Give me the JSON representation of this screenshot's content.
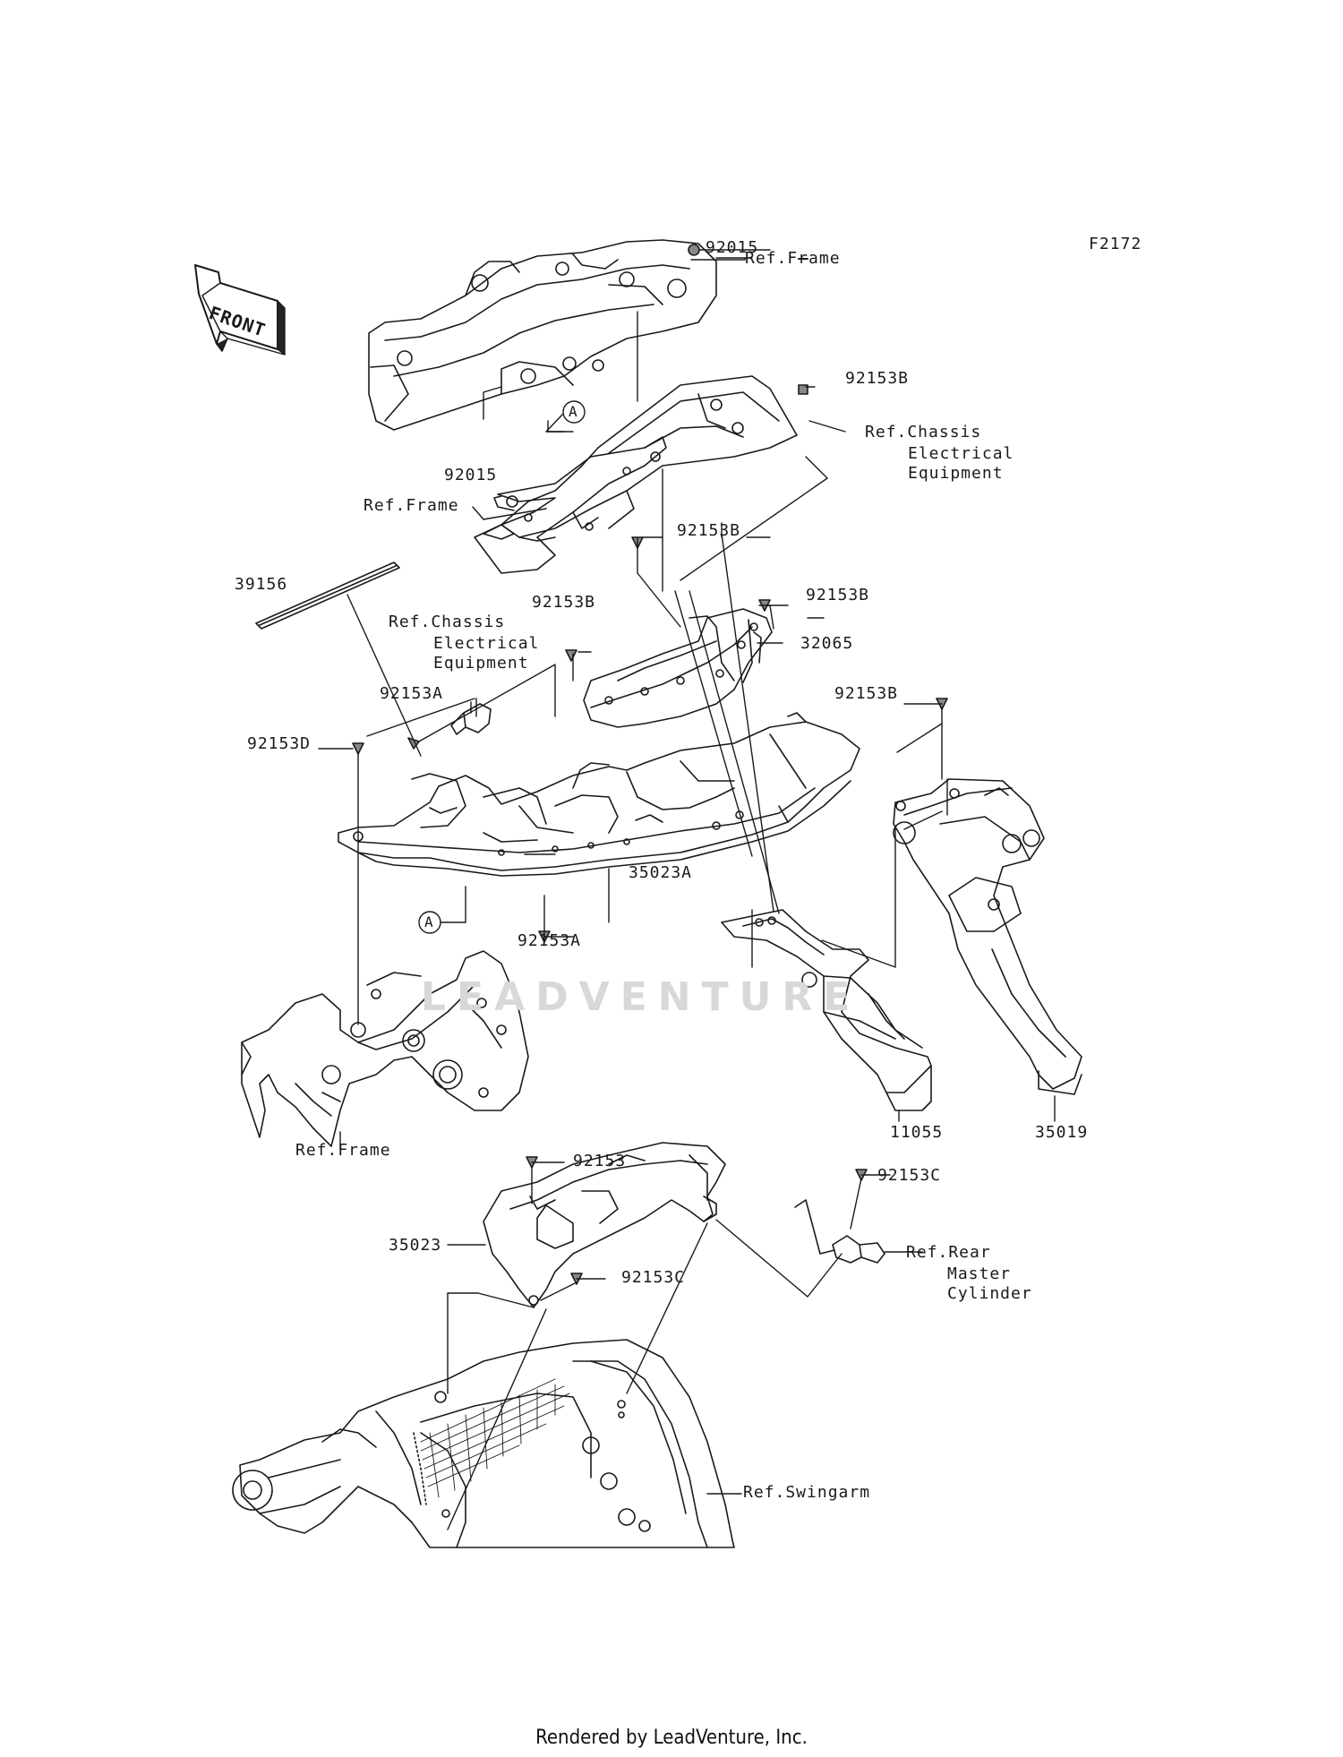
{
  "diagram_code": "F2172",
  "front_arrow_text": "FRONT",
  "watermark": "LEADVENTURE",
  "footer": "Rendered by LeadVenture, Inc.",
  "callouts": {
    "p92015_top": "92015",
    "ref_frame_top": "Ref.Frame",
    "p92153B_1": "92153B",
    "ref_chassis_1": [
      "Ref.Chassis",
      "Electrical",
      "Equipment"
    ],
    "p92015_left": "92015",
    "ref_frame_mid": "Ref.Frame",
    "p92153B_2": "92153B",
    "p39156": "39156",
    "p92153B_3": "92153B",
    "p92153B_4": "92153B",
    "ref_chassis_2": [
      "Ref.Chassis",
      "Electrical",
      "Equipment"
    ],
    "p32065": "32065",
    "p92153A_1": "92153A",
    "p92153B_5": "92153B",
    "p92153D": "92153D",
    "p35023A": "35023A",
    "p92153A_2": "92153A",
    "circle_A": "A",
    "ref_frame_bottom": "Ref.Frame",
    "p11055": "11055",
    "p35019": "35019",
    "p92153": "92153",
    "p92153C_1": "92153C",
    "p35023": "35023",
    "p92153C_2": "92153C",
    "ref_rear_master": [
      "Ref.Rear",
      "Master",
      "Cylinder"
    ],
    "ref_swingarm": "Ref.Swingarm"
  }
}
